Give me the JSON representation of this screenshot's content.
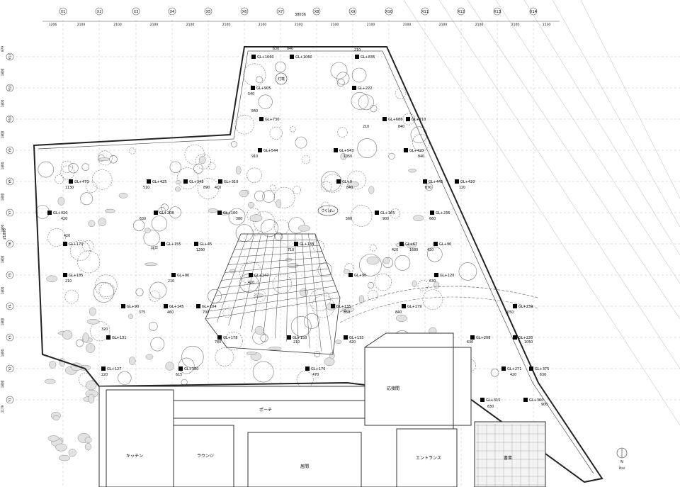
{
  "total_width": "38036",
  "total_height": "21893",
  "x_axes": [
    "X1",
    "X2",
    "X3",
    "X4",
    "X5",
    "X6",
    "X7",
    "X8",
    "X9",
    "X10",
    "X11",
    "X12",
    "X13",
    "X14"
  ],
  "y_axes": [
    "Y12",
    "Y11",
    "Y10",
    "Y9",
    "Y8",
    "Y7",
    "Y6",
    "Y5",
    "Y4",
    "Y3",
    "Y2",
    "Y1"
  ],
  "x_dims": [
    "1206",
    "2100",
    "2100",
    "2100",
    "2100",
    "2100",
    "2100",
    "2100",
    "2100",
    "2100",
    "2100",
    "2100",
    "2100",
    "2100",
    "1530"
  ],
  "y_dims": [
    "879",
    "1800",
    "1800",
    "1800",
    "1800",
    "1800",
    "1800",
    "1800",
    "1800",
    "1800",
    "1800",
    "1800",
    "1179"
  ],
  "rooms": {
    "porch": "ポーチ",
    "reception": "応接間",
    "kitchen": "キッチン",
    "lounge": "ラウンジ",
    "hall": "居間",
    "entrance": "エントランス",
    "study": "書斎"
  },
  "features": {
    "lantern": "灯篭",
    "basin": "つくばい",
    "well": "井戸"
  },
  "compass": {
    "north": "N",
    "caption": "Plan"
  },
  "levels": [
    "GL+1060",
    "GL+1060",
    "GL+835",
    "GL+905",
    "GL+222",
    "GL+730",
    "GL+686",
    "GL+710",
    "GL+544",
    "GL+543",
    "GL+420",
    "GL+470",
    "GL+425",
    "GL+348",
    "GL+310",
    "GL+0",
    "GL+445",
    "GL+420",
    "GL+420",
    "GL+208",
    "GL+100",
    "GL+165",
    "GL+235",
    "GL+170",
    "GL+155",
    "GL+45",
    "GL+135",
    "GL+67",
    "GL+90",
    "GL+185",
    "GL+90",
    "GL+147",
    "GL+90",
    "GL+120",
    "GL+90",
    "GL+145",
    "GL+104",
    "GL+135",
    "GL+179",
    "GL+239",
    "GL+131",
    "GL+178",
    "GL+150",
    "GL+133",
    "GL+208",
    "GL+220",
    "GL+127",
    "GL+180",
    "GL+170",
    "GL+271",
    "GL+375",
    "GL+315",
    "GL+360"
  ],
  "dims": [
    "630",
    "840",
    "210",
    "540",
    "840",
    "210",
    "840",
    "910",
    "1050",
    "840",
    "1130",
    "510",
    "890",
    "410",
    "840",
    "870",
    "120",
    "420",
    "630",
    "380",
    "560",
    "900",
    "660",
    "420",
    "210",
    "1290",
    "710",
    "420",
    "1680",
    "420",
    "210",
    "420",
    "630",
    "375",
    "460",
    "700",
    "850",
    "840",
    "1050",
    "320",
    "780",
    "210",
    "420",
    "630",
    "1050",
    "220",
    "615",
    "470",
    "420",
    "630",
    "630",
    "900"
  ]
}
